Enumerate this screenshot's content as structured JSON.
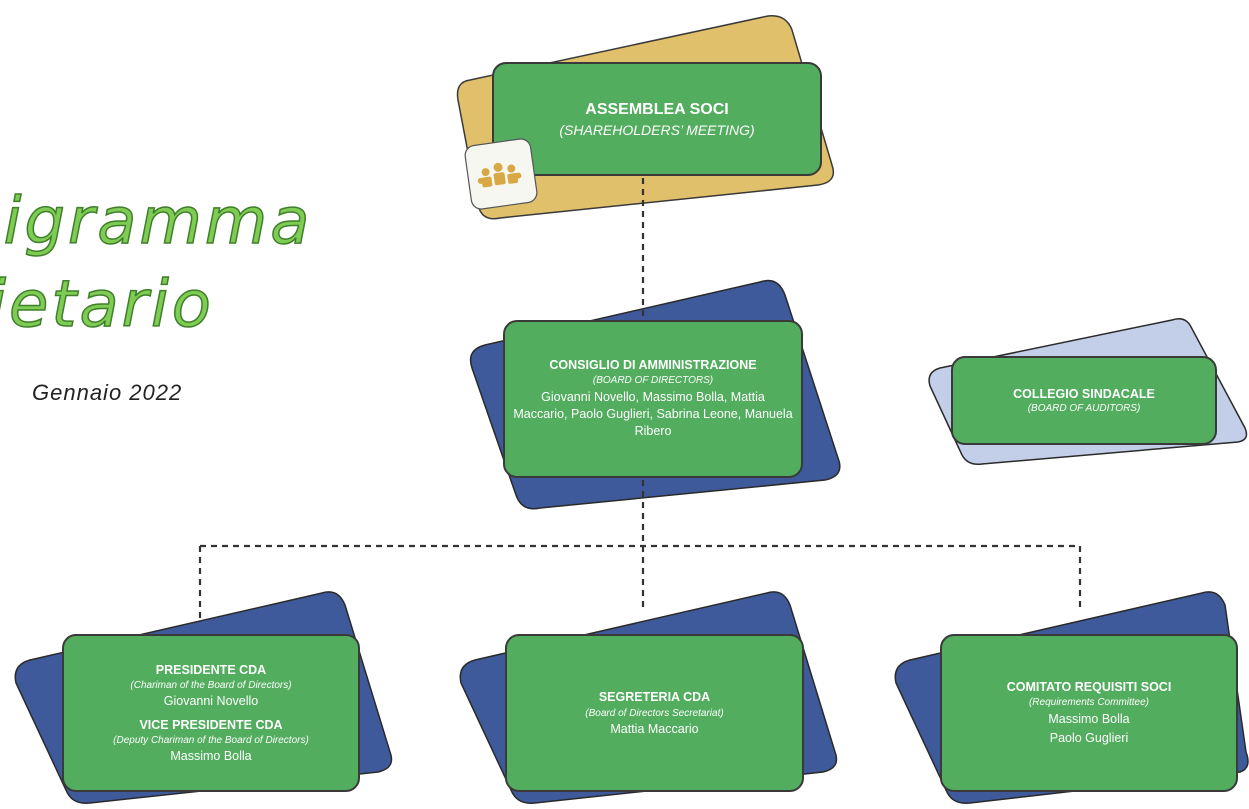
{
  "title": {
    "line1": "nigramma",
    "line2": "cietario",
    "date": "Gennaio 2022"
  },
  "assemblea": {
    "heading": "ASSEMBLEA SOCI",
    "english": "(SHAREHOLDERS’ MEETING)",
    "icon": "group-of-people-icon"
  },
  "cda": {
    "heading": "CONSIGLIO DI AMMINISTRAZIONE",
    "english": "(BOARD OF DIRECTORS)",
    "members": "Giovanni Novello, Massimo Bolla, Mattia Maccario, Paolo Guglieri, Sabrina Leone, Manuela Ribero"
  },
  "collegio": {
    "heading": "COLLEGIO SINDACALE",
    "english": "(BOARD OF AUDITORS)"
  },
  "presidente": {
    "heading": "PRESIDENTE CDA",
    "english": "(Chariman of the Board of Directors)",
    "name": "Giovanni Novello",
    "vice_heading": "VICE PRESIDENTE CDA",
    "vice_english": "(Deputy Chariman of the Board of Directors)",
    "vice_name": "Massimo Bolla"
  },
  "segreteria": {
    "heading": "SEGRETERIA CDA",
    "english": "(Board of Directors Secretariat)",
    "name": "Mattia Maccario"
  },
  "comitato": {
    "heading": "COMITATO REQUISITI SOCI",
    "english": "(Requirements Committee)",
    "member1": "Massimo Bolla",
    "member2": "Paolo Guglieri"
  },
  "colors": {
    "box_green": "#52ad5e",
    "tile_blue": "#3f5a9a",
    "tile_gold": "#e0c06a",
    "tile_lightblue": "#c3cfe8",
    "title_green": "#7fcc55"
  }
}
